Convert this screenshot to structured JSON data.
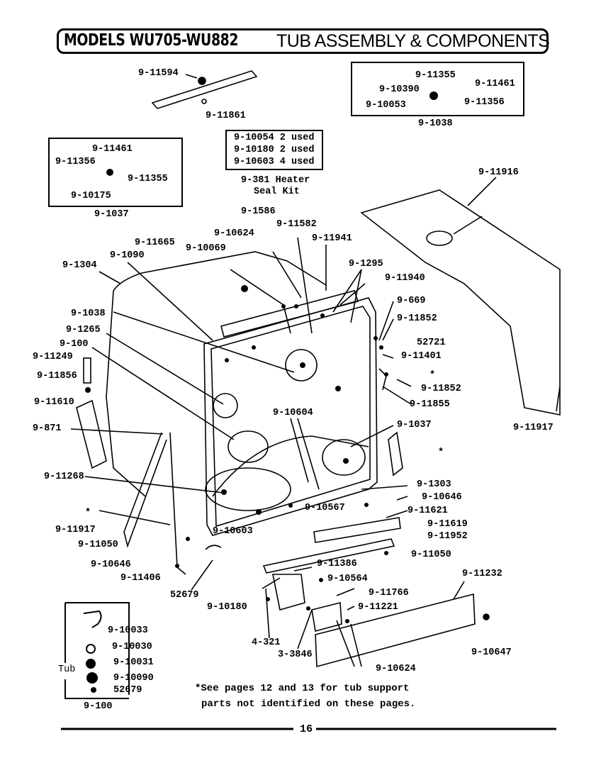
{
  "header": {
    "models": "MODELS WU705-WU882",
    "section": "TUB ASSEMBLY & COMPONENTS"
  },
  "inset_heater": {
    "lines": [
      "9-10054 2 used",
      "9-10180 2 used",
      "9-10603 4 used"
    ],
    "caption_1": "9-381 Heater",
    "caption_2": "Seal Kit"
  },
  "inset_1037": {
    "parts": [
      "9-11461",
      "9-11356",
      "9-11355",
      "9-10175"
    ],
    "caption": "9-1037"
  },
  "inset_1038": {
    "parts": [
      "9-11355",
      "9-11461",
      "9-10390",
      "9-11356",
      "9-10053"
    ],
    "caption": "9-1038"
  },
  "inset_100": {
    "parts": [
      "9-10033",
      "9-10030",
      "9-10031",
      "9-10090",
      "52679"
    ],
    "side_label": "Tub",
    "caption": "9-100"
  },
  "labels": {
    "p11594": "9-11594",
    "p11861": "9-11861",
    "p11916": "9-11916",
    "p1586": "9-1586",
    "p11582": "9-11582",
    "p10624a": "9-10624",
    "p11941": "9-11941",
    "p11665": "9-11665",
    "p10069": "9-10069",
    "p1090": "9-1090",
    "p1304": "9-1304",
    "p1295": "9-1295",
    "p11940": "9-11940",
    "p669": "9-669",
    "p11852a": "9-11852",
    "p52721": "52721",
    "p11401": "9-11401",
    "p1038": "9-1038",
    "p1265": "9-1265",
    "p100": "9-100",
    "p11249": "9-11249",
    "p11856": "9-11856",
    "p11852b": "9-11852",
    "p11855": "9-11855",
    "p11610": "9-11610",
    "p10604": "9-10604",
    "p1037": "9-1037",
    "p871": "9-871",
    "p11917a": "9-11917",
    "p11268": "9-11268",
    "p1303": "9-1303",
    "p10646a": "9-10646",
    "p10567": "9-10567",
    "p11621": "9-11621",
    "p11619": "9-11619",
    "p11952": "9-11952",
    "p11917b": "9-11917",
    "p10603": "9-10603",
    "p11050a": "9-11050",
    "p11050b": "9-11050",
    "p10646b": "9-10646",
    "p11386": "9-11386",
    "p11406": "9-11406",
    "p10564": "9-10564",
    "p11232": "9-11232",
    "p52679": "52679",
    "p11766": "9-11766",
    "p10180": "9-10180",
    "p11221": "9-11221",
    "p321": "4-321",
    "p3846": "3-3846",
    "p10647": "9-10647",
    "p10624b": "9-10624",
    "star": "*"
  },
  "note": {
    "line1": "*See pages 12 and 13 for tub support",
    "line2": "parts not identified on these pages."
  },
  "page_number": "16"
}
